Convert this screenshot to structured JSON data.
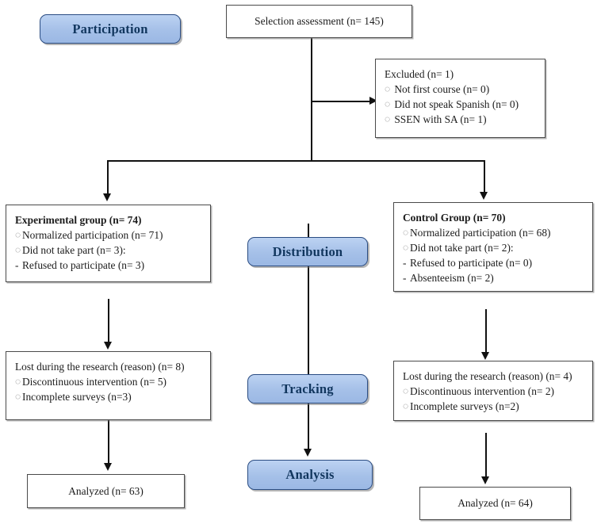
{
  "diagram": {
    "type": "consort-flow-diagram",
    "stage_labels": [
      {
        "id": "participation",
        "label": "Participation"
      },
      {
        "id": "distribution",
        "label": "Distribution"
      },
      {
        "id": "tracking",
        "label": "Tracking"
      },
      {
        "id": "analysis",
        "label": "Analysis"
      }
    ],
    "colors": {
      "badge_fill": "#a5c0e8",
      "badge_border": "#2a4c82",
      "badge_text": "#11365e",
      "box_border": "#4a4a4a",
      "box_fill": "#ffffff",
      "line": "#111111",
      "bullet": "#6e6e6e"
    },
    "nodes": {
      "selection": {
        "title": "Selection assessment (n= 145)"
      },
      "excluded": {
        "title": "Excluded (n= 1)",
        "items": [
          "Not first course (n= 0)",
          "Did not speak Spanish (n= 0)",
          "SSEN with SA (n= 1)"
        ]
      },
      "experimental": {
        "title": "Experimental group (n= 74)",
        "items": [
          "Normalized participation (n= 71)",
          "Did not take part (n= 3):"
        ],
        "subitems": [
          "Refused to participate (n= 3)"
        ]
      },
      "control": {
        "title": "Control Group (n= 70)",
        "items": [
          "Normalized participation (n= 68)",
          "Did not take part (n= 2):"
        ],
        "subitems": [
          "Refused to participate (n= 0)",
          "Absenteeism (n= 2)"
        ]
      },
      "lost_left": {
        "title": "Lost during the research (reason) (n= 8)",
        "items": [
          "Discontinuous intervention (n= 5)",
          "Incomplete surveys (n=3)"
        ]
      },
      "lost_right": {
        "title": "Lost during the research (reason) (n= 4)",
        "items": [
          "Discontinuous intervention (n= 2)",
          "Incomplete surveys (n=2)"
        ]
      },
      "analyzed_left": {
        "title": "Analyzed (n= 63)"
      },
      "analyzed_right": {
        "title": "Analyzed (n= 64)"
      }
    },
    "icons": {
      "bullet": "◍",
      "dash": "-"
    }
  }
}
